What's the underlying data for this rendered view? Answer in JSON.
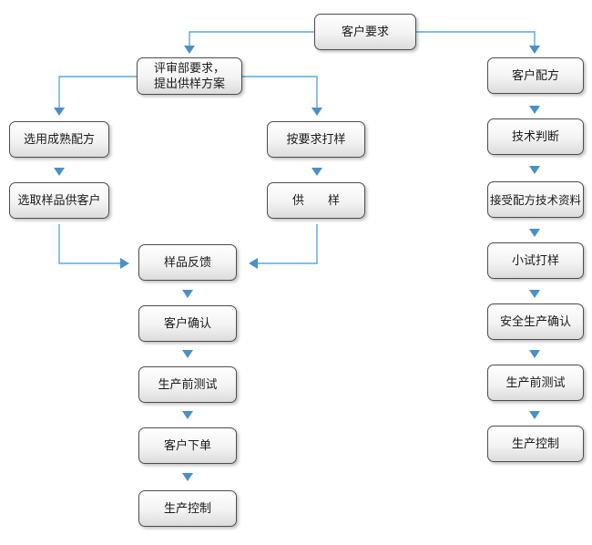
{
  "nodes": {
    "customer_request": "客户要求",
    "review_dept": "评审部要求，\n提出供样方案",
    "select_formula": "选用成熟配方",
    "select_sample": "选取样品供客户",
    "make_sample": "按要求打样",
    "supply_sample": "供　　样",
    "sample_feedback": "样品反馈",
    "customer_confirm": "客户确认",
    "preprod_test_left": "生产前测试",
    "customer_order": "客户下单",
    "prod_control_left": "生产控制",
    "customer_formula": "客户配方",
    "tech_judgment": "技术判断",
    "accept_tech_data": "接受配方技术资料",
    "small_trial": "小试打样",
    "safe_prod_confirm": "安全生产确认",
    "preprod_test_right": "生产前测试",
    "prod_control_right": "生产控制"
  },
  "colors": {
    "connector": "#5aa9dd",
    "arrowhead": "#4a90c8",
    "node_border": "#4d4d4d"
  }
}
